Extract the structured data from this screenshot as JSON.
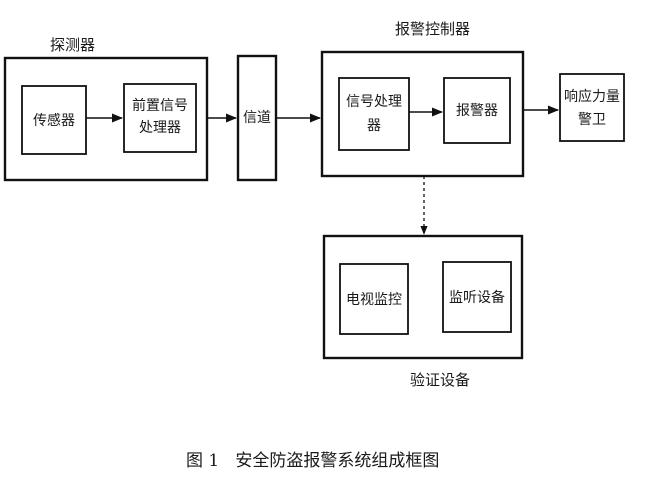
{
  "groups": {
    "detector": "探测器",
    "alarm_controller": "报警控制器",
    "verification": "验证设备"
  },
  "nodes": {
    "sensor": "传感器",
    "preprocessor_line1": "前置信号",
    "preprocessor_line2": "处理器",
    "channel": "信道",
    "signal_processor_line1": "信号处理",
    "signal_processor_line2": "器",
    "alarm": "报警器",
    "response_line1": "响应力量",
    "response_line2": "警卫",
    "video": "电视监控",
    "audio": "监听设备"
  },
  "caption": "图 1   安全防盗报警系统组成框图",
  "colors": {
    "ink": "#111111",
    "background": "#ffffff"
  }
}
